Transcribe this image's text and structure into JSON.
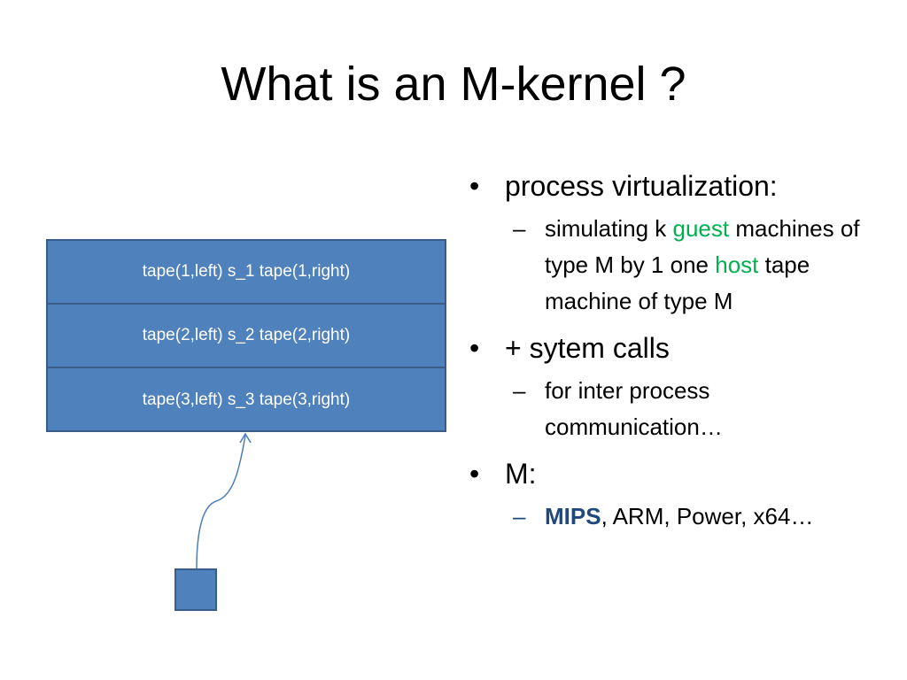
{
  "slide": {
    "title": "What is an M-kernel ?"
  },
  "diagram": {
    "tapes": [
      "tape(1,left) s_1 tape(1,right)",
      "tape(2,left) s_2 tape(2,right)",
      "tape(3,left) s_3 tape(3,right)"
    ],
    "box_color": "#4f81bd",
    "border_color": "#385d8a"
  },
  "bullets": {
    "b1": {
      "marker": "•",
      "text": "process virtualization:",
      "sub": {
        "marker": "–",
        "part1": " simulating k ",
        "guest": "guest",
        "part2": " machines of type M by 1 one ",
        "host": "host",
        "part3": " tape machine of type M"
      }
    },
    "b2": {
      "marker": "•",
      "text": "+ sytem calls",
      "sub": {
        "marker": "–",
        "text": " for inter process communication…"
      }
    },
    "b3": {
      "marker": "•",
      "text": "M:",
      "sub": {
        "marker": "–",
        "mips": "MIPS",
        "rest": ", ARM, Power, x64…"
      }
    },
    "highlight_color": "#00b050",
    "mips_color": "#1f497d"
  }
}
